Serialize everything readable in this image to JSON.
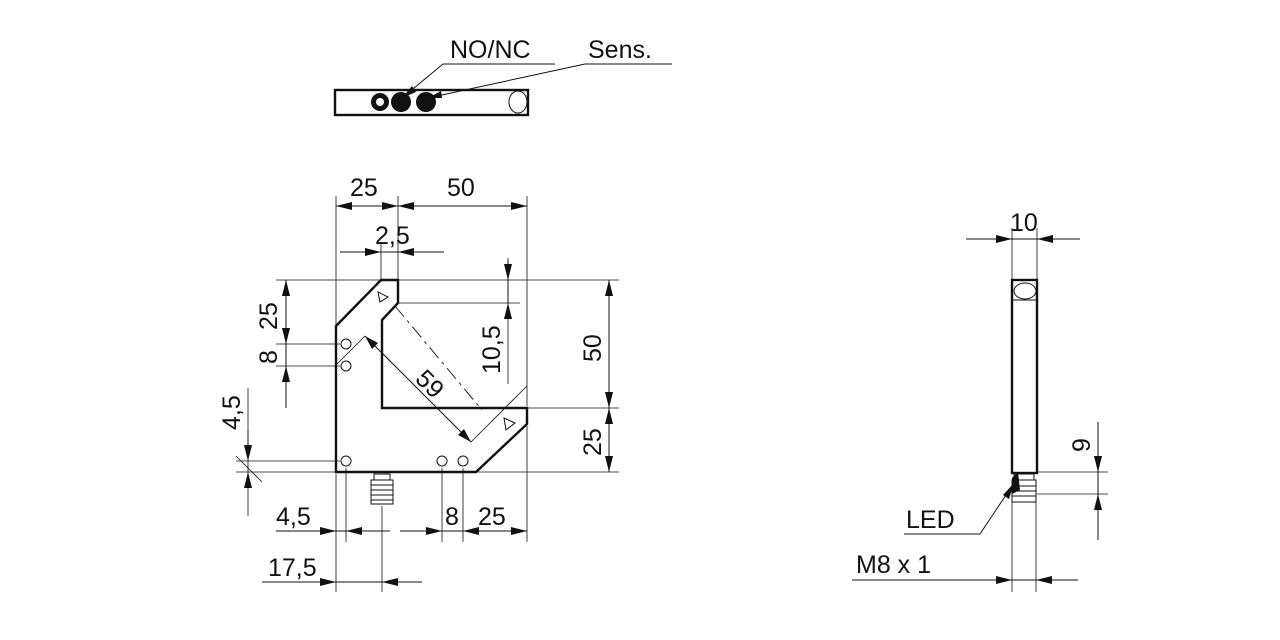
{
  "top_view": {
    "label_switch": "NO/NC",
    "label_sens": "Sens."
  },
  "front_view": {
    "dims": {
      "w_left": "25",
      "w_right": "50",
      "offset": "2,5",
      "h_upper": "25",
      "hole_pitch": "8",
      "diag": "59",
      "h_mid": "10,5",
      "h_total": "50",
      "h_lower": "25",
      "edge_v": "4,5",
      "edge_h": "4,5",
      "hole_pitch_b": "8",
      "w_bottom_right": "25",
      "connector_pos": "17,5"
    }
  },
  "side_view": {
    "width": "10",
    "led_height": "9",
    "label_led": "LED",
    "label_thread": "M8 x 1"
  }
}
